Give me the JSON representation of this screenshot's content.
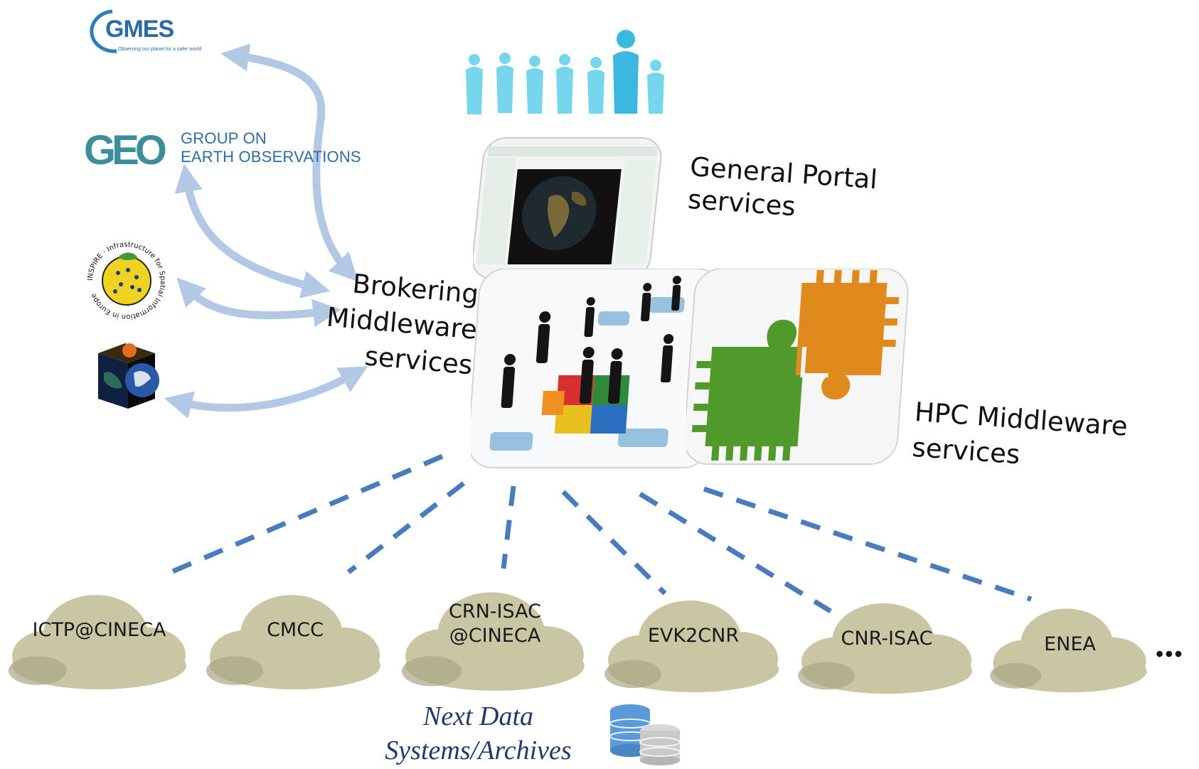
{
  "logos": {
    "gmes": {
      "name": "GMES",
      "tagline": "Observing our planet for a safer world"
    },
    "geo": {
      "mark": "GEO",
      "line1": "GROUP ON",
      "line2": "EARTH OBSERVATIONS"
    },
    "inspire": {
      "text": "INSPIRE · Infrastructure for Spatial Information in Europe"
    }
  },
  "labels": {
    "general_portal": [
      "General Portal",
      "services"
    ],
    "brokering": [
      "Brokering",
      "Middleware",
      "services"
    ],
    "hpc": [
      "HPC Middleware",
      "services"
    ],
    "next_data": [
      "Next Data",
      "Systems/Archives"
    ],
    "ellipsis": "•••"
  },
  "clouds": [
    {
      "lines": [
        "ICTP@CINECA"
      ]
    },
    {
      "lines": [
        "CMCC"
      ]
    },
    {
      "lines": [
        "CRN-ISAC",
        "@CINECA"
      ]
    },
    {
      "lines": [
        "EVK2CNR"
      ]
    },
    {
      "lines": [
        "CNR-ISAC"
      ]
    },
    {
      "lines": [
        "ENEA"
      ]
    }
  ],
  "colors": {
    "arrow": "#b3c8e4",
    "dash": "#4a7bbf",
    "cloud": "#c9c6a3",
    "puzzle_orange": "#e08a1e",
    "puzzle_green": "#4f9a2a",
    "people": "#5fd0ea",
    "geo_blue": "#2f6da3",
    "geo_teal": "#3b8e9a"
  }
}
